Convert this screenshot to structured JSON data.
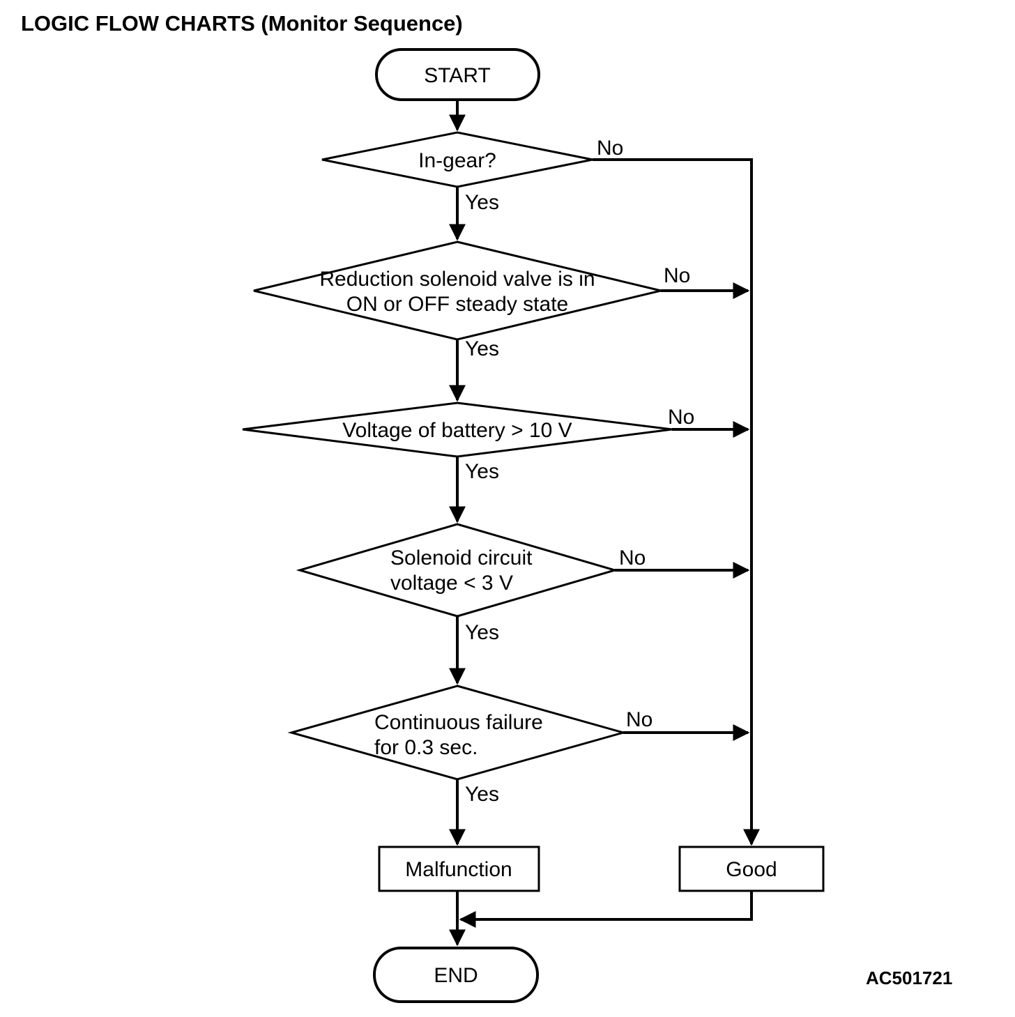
{
  "page": {
    "title": "LOGIC FLOW CHARTS (Monitor Sequence)",
    "figure_code": "AC501721"
  },
  "flowchart": {
    "start_label": "START",
    "end_label": "END",
    "decisions": [
      {
        "text1": "In-gear?",
        "text2": "",
        "yes": "Yes",
        "no": "No"
      },
      {
        "text1": "Reduction solenoid valve is in",
        "text2": "ON or OFF steady state",
        "yes": "Yes",
        "no": "No"
      },
      {
        "text1": "Voltage of battery > 10 V",
        "text2": "",
        "yes": "Yes",
        "no": "No"
      },
      {
        "text1": "Solenoid circuit",
        "text2": "voltage < 3 V",
        "yes": "Yes",
        "no": "No"
      },
      {
        "text1": "Continuous failure",
        "text2": "for 0.3 sec.",
        "yes": "Yes",
        "no": "No"
      }
    ],
    "outcomes": {
      "malfunction": "Malfunction",
      "good": "Good"
    }
  }
}
